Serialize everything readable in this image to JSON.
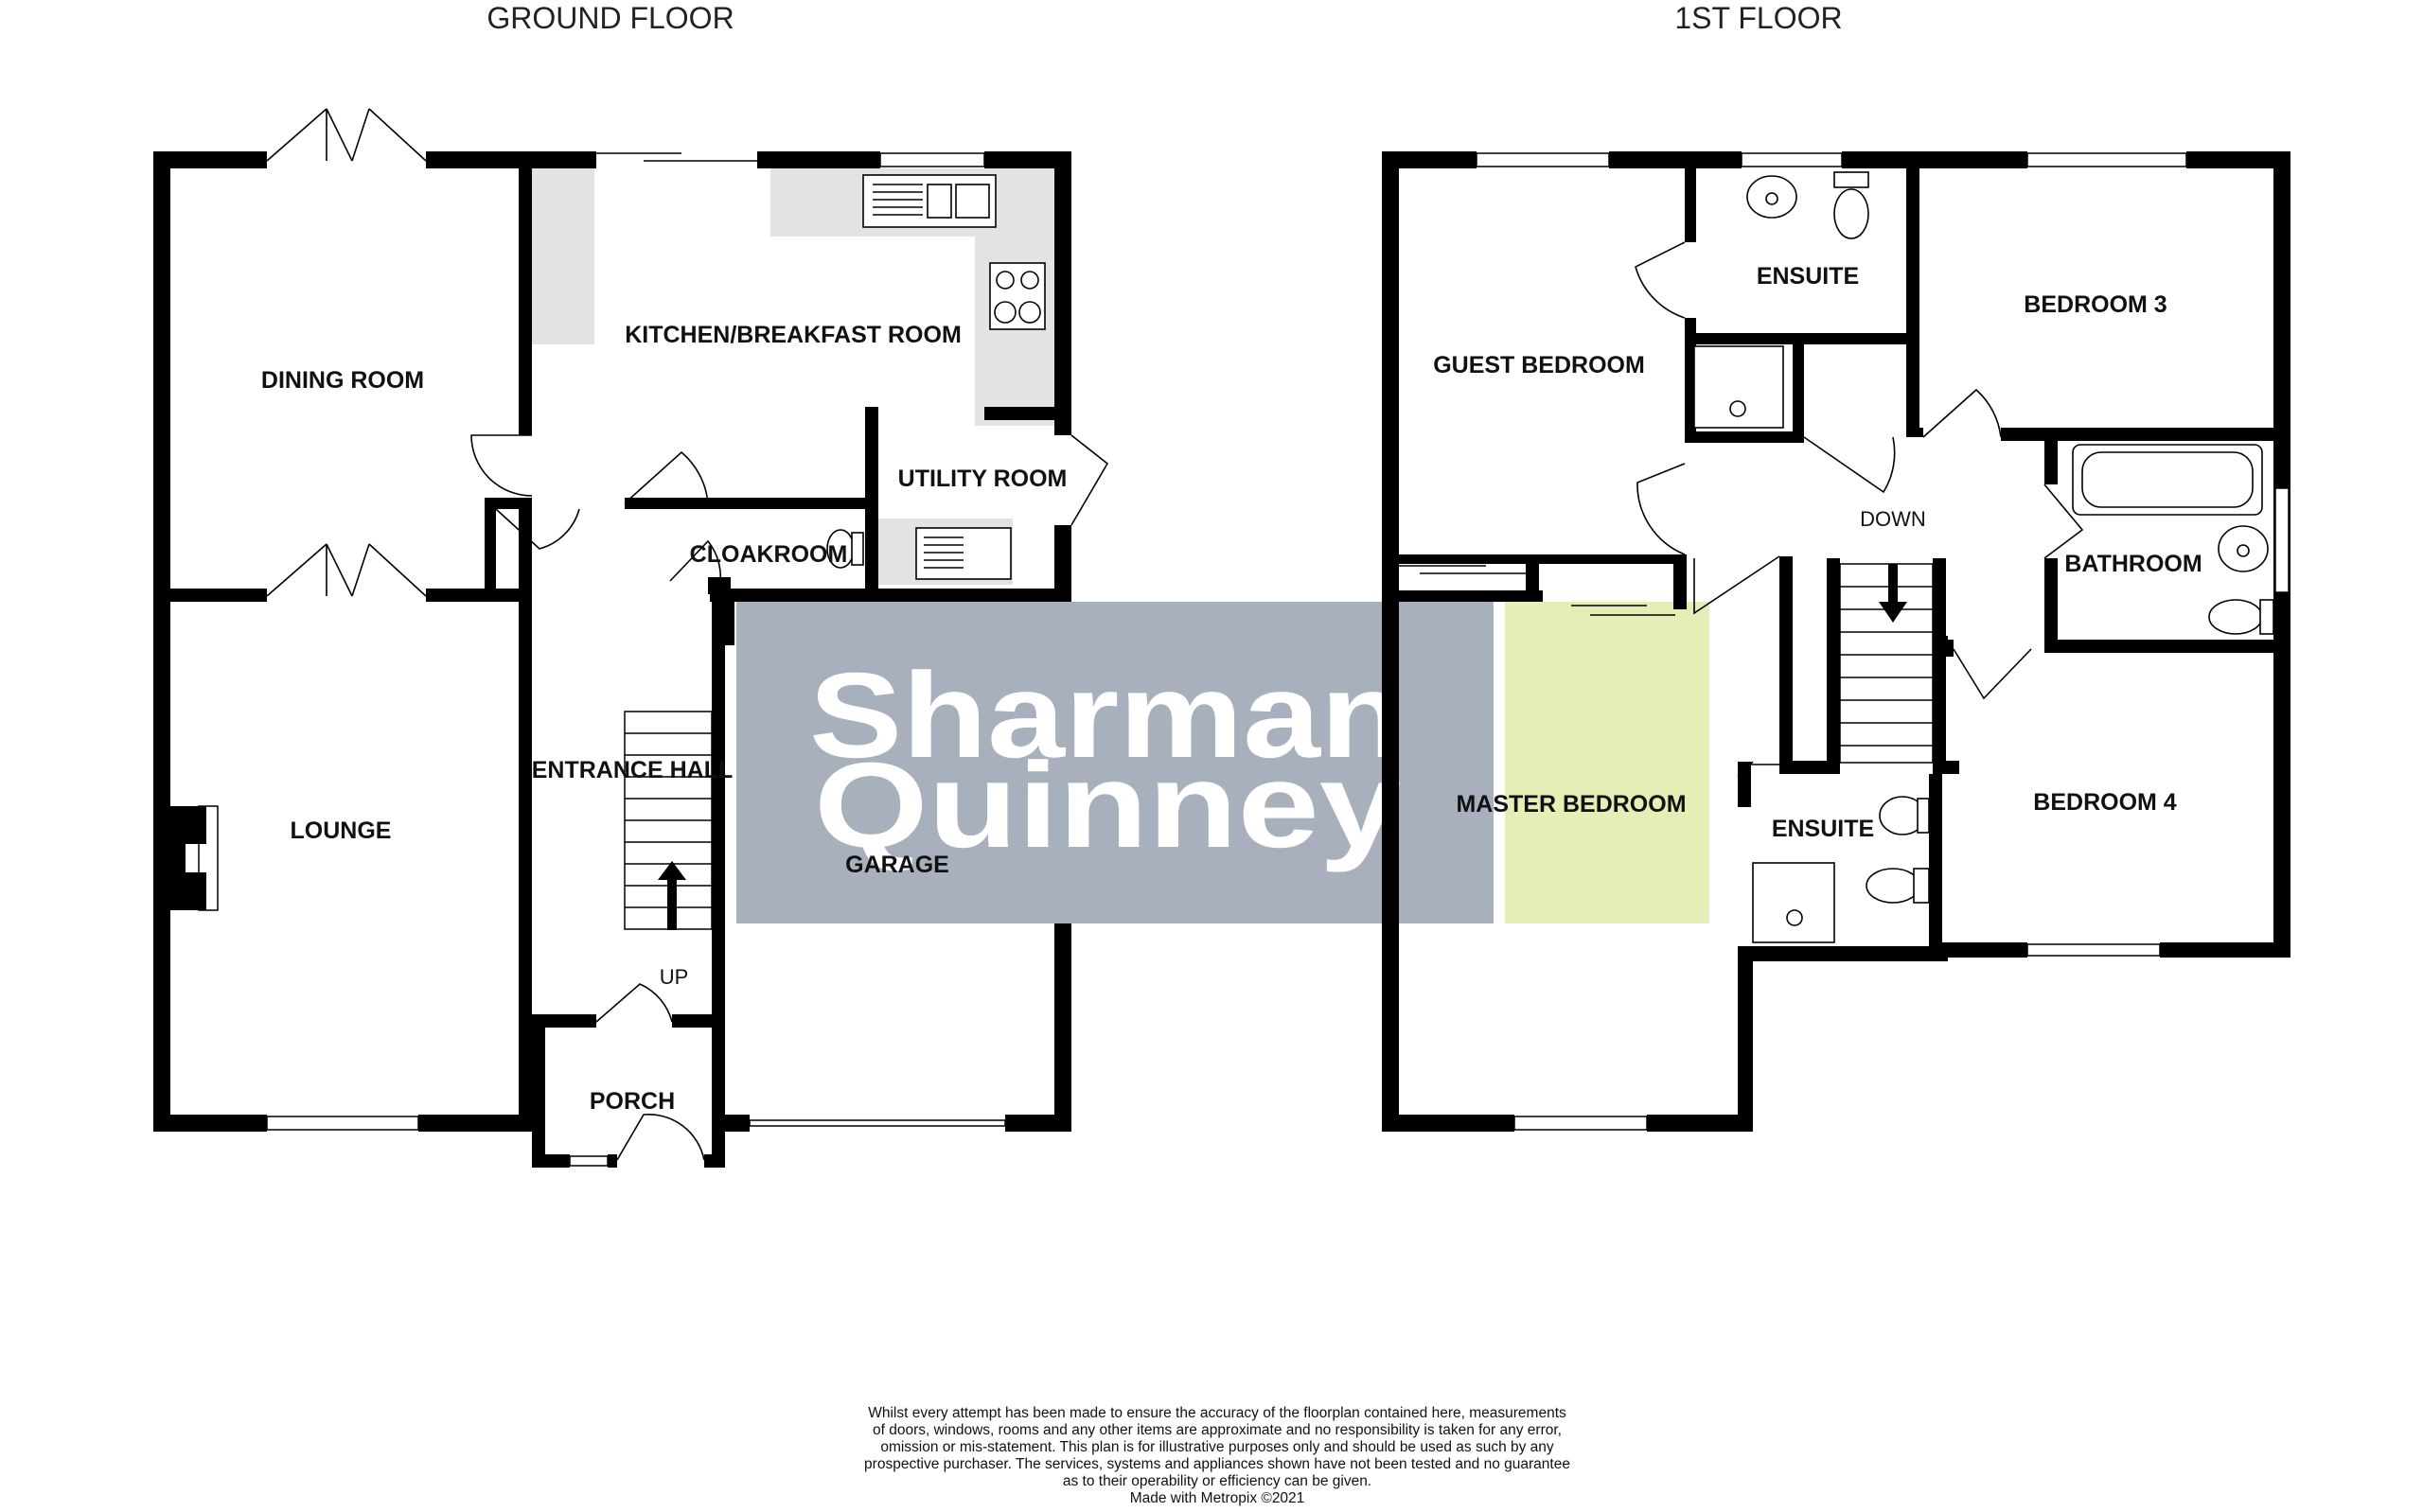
{
  "floors": {
    "ground": {
      "title": "GROUND FLOOR",
      "rooms": {
        "dining": "DINING ROOM",
        "kitchen": "KITCHEN/BREAKFAST ROOM",
        "utility": "UTILITY ROOM",
        "cloakroom": "CLOAKROOM",
        "lounge": "LOUNGE",
        "hall": "ENTRANCE HALL",
        "garage": "GARAGE",
        "porch": "PORCH"
      },
      "stairs_label": "UP"
    },
    "first": {
      "title": "1ST FLOOR",
      "rooms": {
        "guest": "GUEST BEDROOM",
        "ensuite_top": "ENSUITE",
        "bed3": "BEDROOM 3",
        "bathroom": "BATHROOM",
        "master": "MASTER BEDROOM",
        "ensuite_bottom": "ENSUITE",
        "bed4": "BEDROOM 4"
      },
      "stairs_label": "DOWN"
    }
  },
  "watermark": {
    "line1": "Sharman",
    "line2": "Quinney",
    "box_color": "#a8b0bd",
    "accent_color": "#e4efb8"
  },
  "disclaimer": [
    "Whilst every attempt has been made to ensure the accuracy of the floorplan contained here, measurements",
    "of doors, windows, rooms and any other items are approximate and no responsibility is taken for any error,",
    "omission or mis-statement. This plan is for illustrative purposes only and should be used as such by any",
    "prospective purchaser. The services, systems and appliances shown have not been tested and no guarantee",
    "as to their operability or efficiency can be given."
  ],
  "credit": "Made with Metropix ©2021"
}
